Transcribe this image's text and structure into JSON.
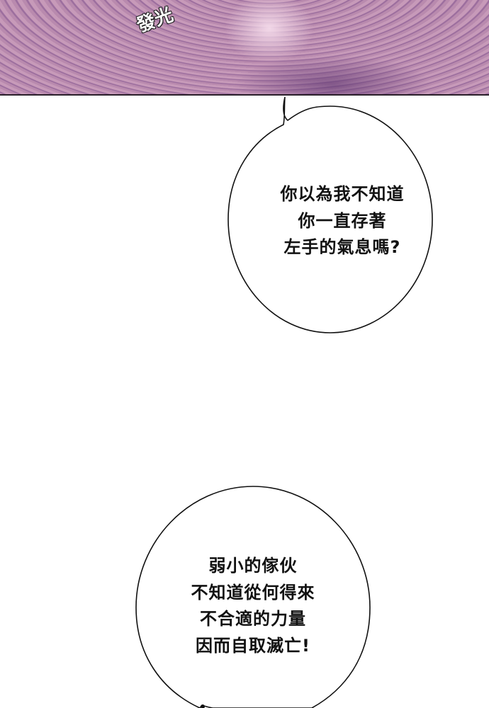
{
  "panel": {
    "sfx": "發光"
  },
  "bubble_1": {
    "lines": [
      "你以為我不知道",
      "你一直存著",
      "左手的氣息嗎?"
    ]
  },
  "bubble_2": {
    "lines": [
      "弱小的傢伙",
      "不知道從何得來",
      "不合適的力量",
      "因而自取滅亡!"
    ]
  }
}
